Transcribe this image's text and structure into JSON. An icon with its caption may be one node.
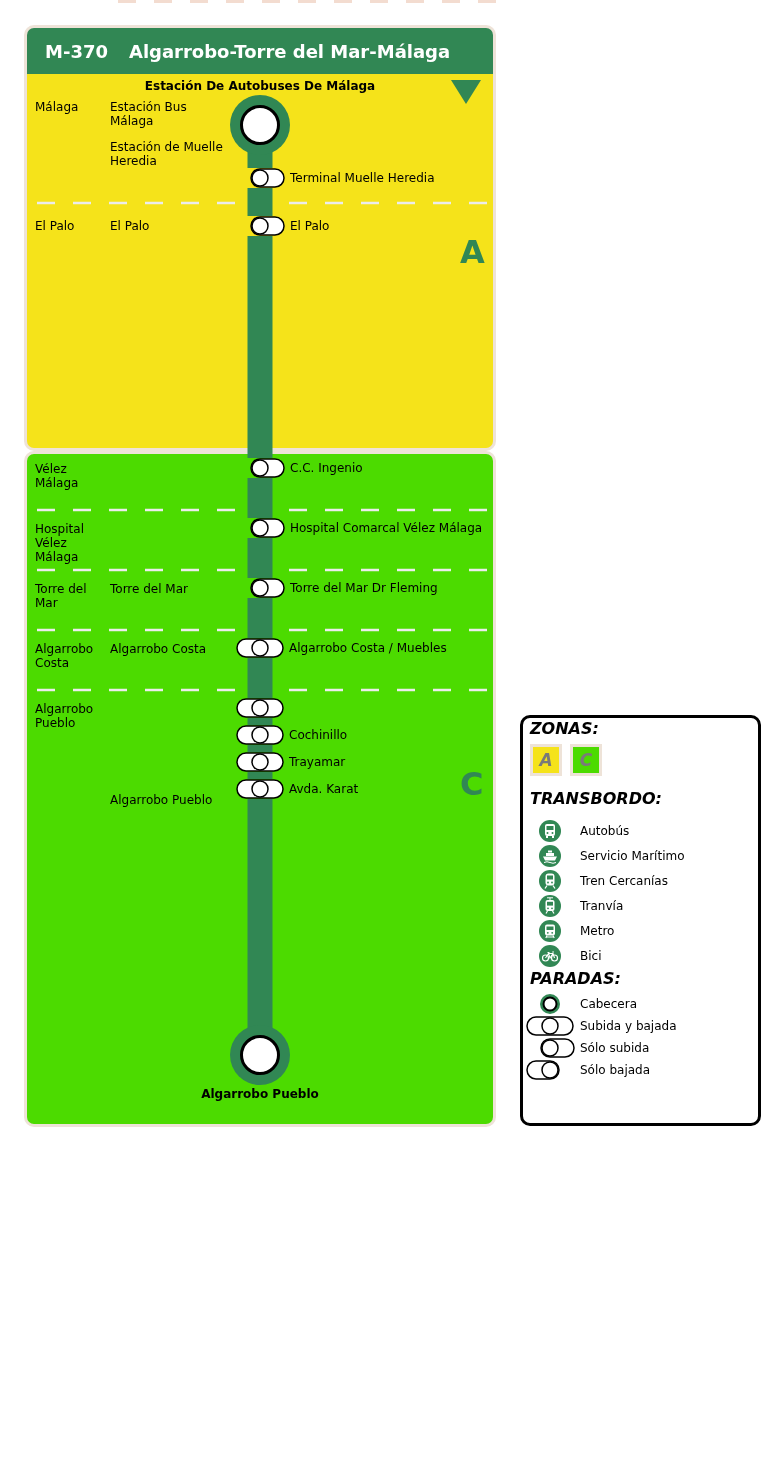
{
  "diagram": {
    "title": "Algarrobo-Torre del Mar-Málaga",
    "nodes": [
      {
        "text": [
          "A"
        ]
      },
      {
        "text": [
          "Estación De Autobuses De Málaga"
        ],
        "in": 0
      },
      {
        "text": [
          "Terminal Muelle Heredia"
        ],
        "in": 0
      },
      {
        "text": [
          "El Palo"
        ],
        "in": 0
      },
      {
        "text": [
          "C"
        ]
      },
      {
        "text": [
          "C.C. Ingenio"
        ],
        "in": 4
      },
      {
        "text": [
          "Hospital Comarcal Vélez Málaga"
        ],
        "in": 4
      },
      {
        "text": [
          "Torre del Mar Dr Fleming"
        ],
        "in": 4
      },
      {
        "text": [
          "Algarrobo Costa / Muebles"
        ],
        "in": 4
      },
      {
        "text": [],
        "shape": "bar",
        "in": 4
      },
      {
        "text": [
          "Cochinillo"
        ],
        "in": 4
      },
      {
        "text": [
          "Trayamar"
        ],
        "in": 4
      },
      {
        "text": [
          "Avda. Karat"
        ],
        "in": 4
      },
      {
        "text": [
          "Algarrobo Pueblo"
        ],
        "in": 4
      }
    ],
    "edges": [
      {
        "from": 1,
        "to": 2,
        "arrow": "none"
      },
      {
        "from": 2,
        "to": 3,
        "arrow": "none"
      },
      {
        "from": 3,
        "to": 5,
        "arrow": "none"
      },
      {
        "from": 5,
        "to": 6,
        "arrow": "none"
      },
      {
        "from": 6,
        "to": 7,
        "arrow": "none"
      },
      {
        "from": 7,
        "to": 8,
        "arrow": "none"
      },
      {
        "from": 8,
        "to": 9,
        "arrow": "none"
      },
      {
        "from": 9,
        "to": 10,
        "arrow": "none"
      },
      {
        "from": 10,
        "to": 11,
        "arrow": "none"
      },
      {
        "from": 11,
        "to": 12,
        "arrow": "none"
      },
      {
        "from": 12,
        "to": 13,
        "arrow": "none"
      }
    ],
    "labels": [
      "M-370",
      "Málaga",
      "Estación Bus Málaga",
      "Estación de Muelle Heredia",
      "El Palo",
      "El Palo",
      "Vélez Málaga",
      "Hospital Vélez Málaga",
      "Torre del Mar",
      "Torre del Mar",
      "Algarrobo Costa",
      "Algarrobo Costa",
      "Algarrobo Pueblo",
      "Algarrobo Pueblo",
      "ZONAS:",
      "TRANSBORDO:",
      "PARADAS:"
    ],
    "legend": [
      {
        "text": "A",
        "color": "#f5e31a"
      },
      {
        "text": "C",
        "color": "#4cdb00"
      },
      {
        "text": "Autobús"
      },
      {
        "text": "Servicio Marítimo"
      },
      {
        "text": "Tren Cercanías"
      },
      {
        "text": "Tranvía"
      },
      {
        "text": "Metro"
      },
      {
        "text": "Bici"
      },
      {
        "text": "Cabecera"
      },
      {
        "text": "Subida y bajada"
      },
      {
        "text": "Sólo subida"
      },
      {
        "text": "Sólo bajada"
      }
    ]
  }
}
